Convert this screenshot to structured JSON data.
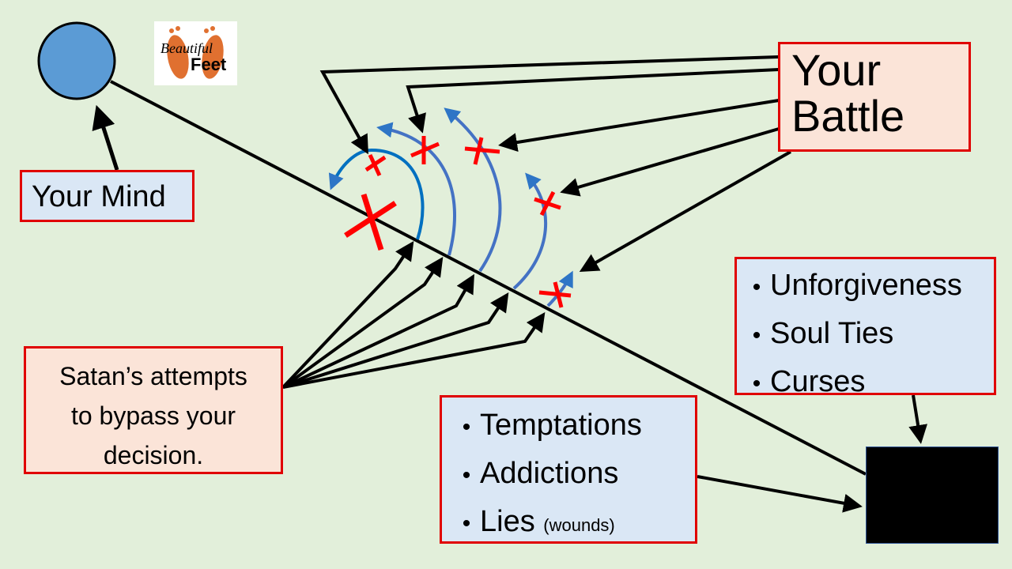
{
  "colors": {
    "background": "#e2efda",
    "box_border": "#e00000",
    "pink_fill": "#fbe4d8",
    "blue_fill": "#dae7f5",
    "mind_circle": "#5b9bd5",
    "deflect_arc": "#4472c4",
    "block_mark": "#ff0000",
    "arrow": "#000000"
  },
  "logo": {
    "script_text": "Beautiful",
    "bold_text": "Feet"
  },
  "mind": {
    "label": "Your Mind"
  },
  "battle": {
    "line1": "Your",
    "line2": "Battle"
  },
  "satan": {
    "lines": [
      "Satan’s attempts",
      "to bypass your",
      "decision."
    ]
  },
  "strongholds": {
    "bullet": "•",
    "items": [
      "Unforgiveness",
      "Soul Ties",
      "Curses"
    ]
  },
  "triggers": {
    "bullet": "•",
    "items": [
      {
        "label": "Temptations",
        "note": ""
      },
      {
        "label": "Addictions",
        "note": ""
      },
      {
        "label": "Lies",
        "note": "(wounds)"
      }
    ]
  }
}
